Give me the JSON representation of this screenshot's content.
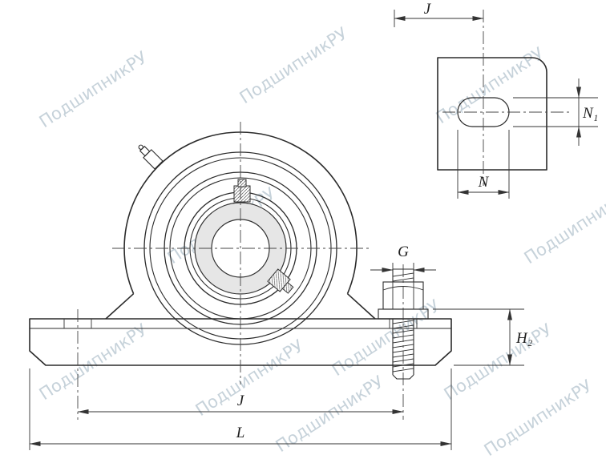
{
  "watermark": {
    "text": "ПодшипникРУ"
  },
  "drawing": {
    "type": "technical-drawing",
    "subject": "pillow-block-bearing-unit",
    "views": [
      "front-view",
      "base-plan-view",
      "bolt-detail"
    ]
  },
  "dimensions": {
    "top_j": "J",
    "n": "N",
    "n1": "N₁",
    "g": "G",
    "h2": "H₂",
    "bottom_j": "J",
    "l": "L"
  }
}
